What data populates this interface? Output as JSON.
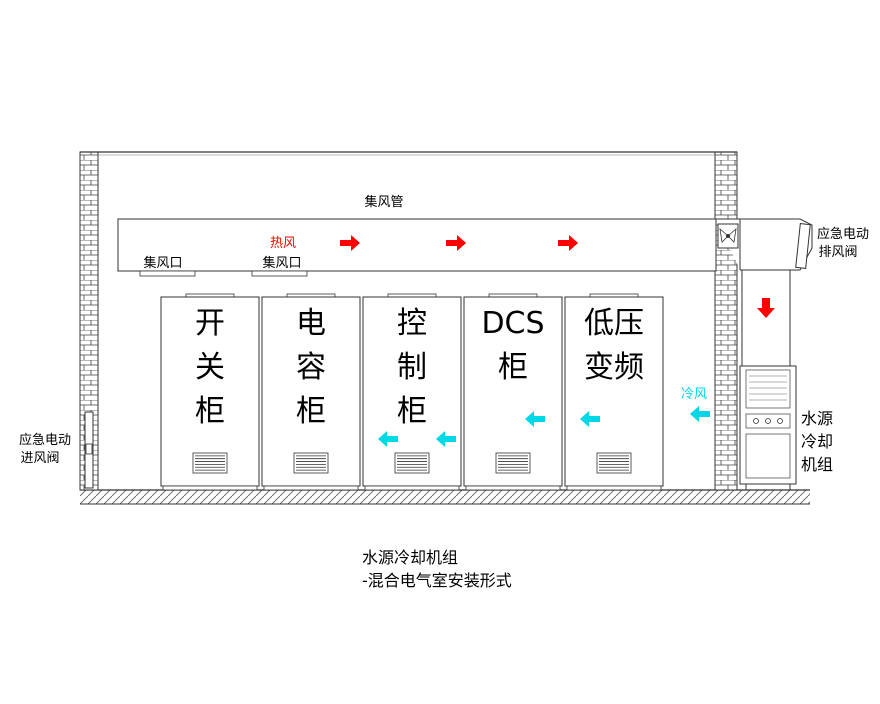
{
  "labels": {
    "duct": "集风管",
    "hot_air": "热风",
    "cold_air": "冷风",
    "intake_1": "集风口",
    "intake_2": "集风口",
    "exhaust_valve_line1": "应急电动",
    "exhaust_valve_line2": "排风阀",
    "inlet_valve_line1": "应急电动",
    "inlet_valve_line2": "进风阀",
    "chiller_line1": "水源",
    "chiller_line2": "冷却",
    "chiller_line3": "机组"
  },
  "cabinets": [
    {
      "lines": [
        "开",
        "关",
        "柜"
      ]
    },
    {
      "lines": [
        "电",
        "容",
        "柜"
      ]
    },
    {
      "lines": [
        "控",
        "制",
        "柜"
      ]
    },
    {
      "lines": [
        "DCS",
        "柜"
      ]
    },
    {
      "lines": [
        "低压",
        "变频"
      ]
    }
  ],
  "caption": {
    "line1": "水源冷却机组",
    "line2": "-混合电气室安装形式"
  },
  "colors": {
    "hot": "#ff0000",
    "cold": "#00d8e8",
    "line": "#333333"
  }
}
